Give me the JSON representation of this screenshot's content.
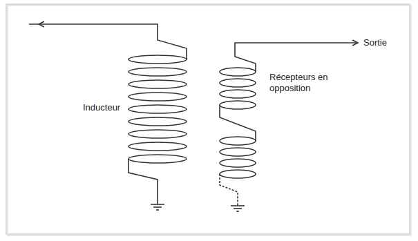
{
  "diagram": {
    "labels": [
      "Inducteur",
      "Sortie",
      "Récepteurs en opposition"
    ]
  }
}
